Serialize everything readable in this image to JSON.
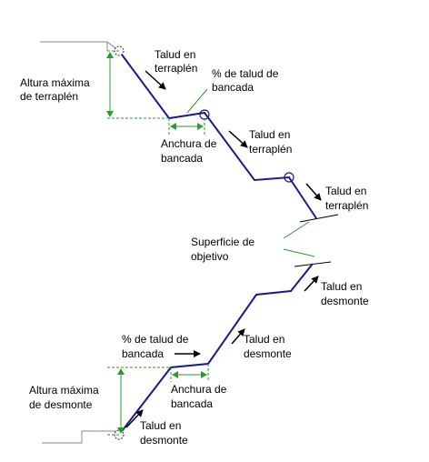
{
  "colors": {
    "profile": "#1a1a8c",
    "guide": "#2e9a2e",
    "ground": "#8a8a8a",
    "arrow": "#000000"
  },
  "labels": {
    "fill_slope_1": [
      "Talud en",
      "terraplén"
    ],
    "bench_pct_top": [
      "% de talud de",
      "bancada"
    ],
    "max_fill_height": [
      "Altura máxima",
      "de terraplén"
    ],
    "bench_width_top": [
      "Anchura de",
      "bancada"
    ],
    "fill_slope_2": [
      "Talud en",
      "terraplén"
    ],
    "fill_slope_3": [
      "Talud en",
      "terraplén"
    ],
    "target_surface": [
      "Superficie de",
      "objetivo"
    ],
    "cut_slope_1": [
      "Talud en",
      "desmonte"
    ],
    "cut_slope_2": [
      "Talud en",
      "desmonte"
    ],
    "bench_pct_bottom": [
      "% de talud de",
      "bancada"
    ],
    "max_cut_height": [
      "Altura máxima",
      "de desmonte"
    ],
    "bench_width_bottom": [
      "Anchura de",
      "bancada"
    ],
    "cut_slope_3": [
      "Talud en",
      "desmonte"
    ]
  },
  "icons": {
    "hinge_point": "hinge-point-icon",
    "bench_marker": "bench-circle-icon",
    "direction_arrow": "direction-arrow-icon"
  }
}
